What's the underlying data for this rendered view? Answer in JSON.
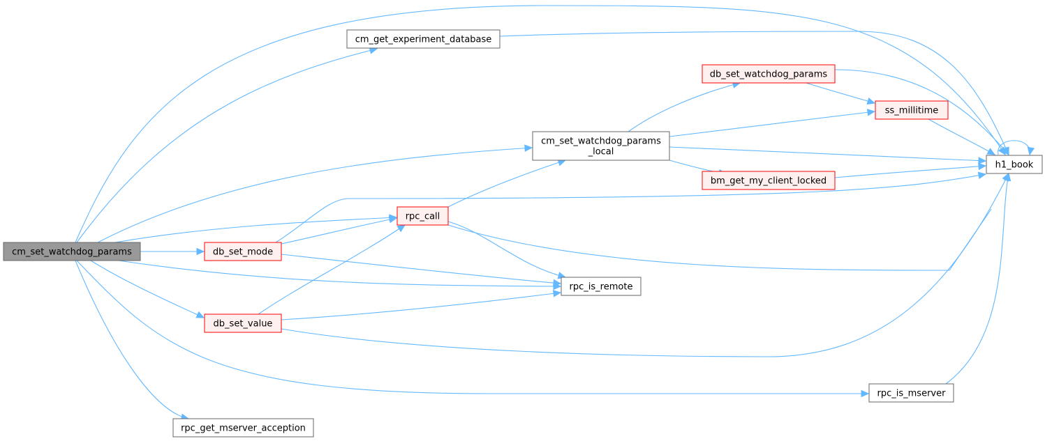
{
  "colors": {
    "edge": "#63b8ff",
    "root_fill": "#999999",
    "root_border": "#666666",
    "normal_fill": "#ffffff",
    "normal_border": "#666666",
    "truncated_fill": "#fff0f0",
    "truncated_border": "#ff0000"
  },
  "nodes": {
    "root": {
      "lines": [
        "cm_set_watchdog_params"
      ],
      "style": "root"
    },
    "ged": {
      "lines": [
        "cm_get_experiment_database"
      ],
      "style": "normal"
    },
    "dbswp": {
      "lines": [
        "db_set_watchdog_params"
      ],
      "style": "truncated"
    },
    "ssm": {
      "lines": [
        "ss_millitime"
      ],
      "style": "truncated"
    },
    "cmswl": {
      "lines": [
        "cm_set_watchdog_params",
        "_local"
      ],
      "style": "normal"
    },
    "h1": {
      "lines": [
        "h1_book"
      ],
      "style": "normal"
    },
    "bmg": {
      "lines": [
        "bm_get_my_client_locked"
      ],
      "style": "truncated"
    },
    "rpcc": {
      "lines": [
        "rpc_call"
      ],
      "style": "truncated"
    },
    "dbsm": {
      "lines": [
        "db_set_mode"
      ],
      "style": "truncated"
    },
    "rpcir": {
      "lines": [
        "rpc_is_remote"
      ],
      "style": "normal"
    },
    "dbsv": {
      "lines": [
        "db_set_value"
      ],
      "style": "truncated"
    },
    "rpcim": {
      "lines": [
        "rpc_is_mserver"
      ],
      "style": "normal"
    },
    "rpcgma": {
      "lines": [
        "rpc_get_mserver_acception"
      ],
      "style": "normal"
    }
  },
  "edges": [
    [
      "root",
      "h1"
    ],
    [
      "root",
      "ged"
    ],
    [
      "root",
      "cmswl"
    ],
    [
      "root",
      "rpcc"
    ],
    [
      "root",
      "dbsm"
    ],
    [
      "root",
      "rpcir"
    ],
    [
      "root",
      "dbsv"
    ],
    [
      "root",
      "rpcim"
    ],
    [
      "root",
      "rpcgma"
    ],
    [
      "ged",
      "h1"
    ],
    [
      "dbswp",
      "ssm"
    ],
    [
      "dbswp",
      "h1"
    ],
    [
      "ssm",
      "h1"
    ],
    [
      "cmswl",
      "dbswp"
    ],
    [
      "cmswl",
      "ssm"
    ],
    [
      "cmswl",
      "h1"
    ],
    [
      "cmswl",
      "bmg"
    ],
    [
      "bmg",
      "h1"
    ],
    [
      "h1",
      "h1"
    ],
    [
      "rpcc",
      "cmswl"
    ],
    [
      "rpcc",
      "rpcir"
    ],
    [
      "rpcc",
      "h1"
    ],
    [
      "dbsm",
      "rpcc"
    ],
    [
      "dbsm",
      "rpcir"
    ],
    [
      "dbsm",
      "h1"
    ],
    [
      "dbsv",
      "rpcc"
    ],
    [
      "dbsv",
      "rpcir"
    ],
    [
      "dbsv",
      "h1"
    ],
    [
      "rpcim",
      "h1"
    ]
  ]
}
